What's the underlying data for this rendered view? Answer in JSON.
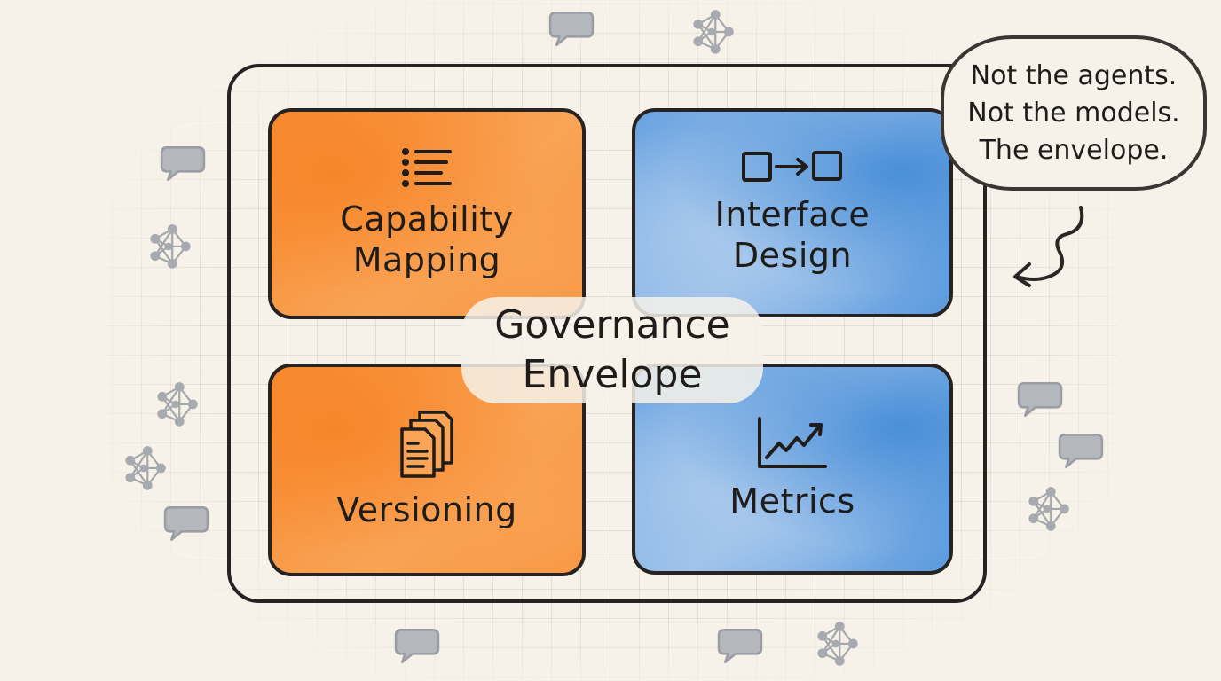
{
  "diagram": {
    "title": "Governance Envelope",
    "title_lines": "Governance\nEnvelope",
    "quadrants": [
      {
        "id": "capability-mapping",
        "label": "Capability\nMapping",
        "icon": "list-icon",
        "color": "#f68a2e"
      },
      {
        "id": "interface-design",
        "label": "Interface\nDesign",
        "icon": "box-arrow-box-icon",
        "color": "#5b9ade"
      },
      {
        "id": "versioning",
        "label": "Versioning",
        "icon": "stacked-documents-icon",
        "color": "#f68a2e"
      },
      {
        "id": "metrics",
        "label": "Metrics",
        "icon": "line-chart-up-icon",
        "color": "#5b9ade"
      }
    ],
    "callout": {
      "text": "Not the agents.\nNot the models.\nThe envelope.",
      "pointer": "squiggle-arrow-icon"
    },
    "decorations": {
      "speech_bubble_icon": "speech-bubble-icon",
      "neural_network_icon": "neural-network-icon",
      "color": "#9a9da2"
    },
    "colors": {
      "background": "#f6f2ea",
      "ink": "#262322",
      "orange": "#f68a2e",
      "blue": "#5b9ade"
    }
  }
}
